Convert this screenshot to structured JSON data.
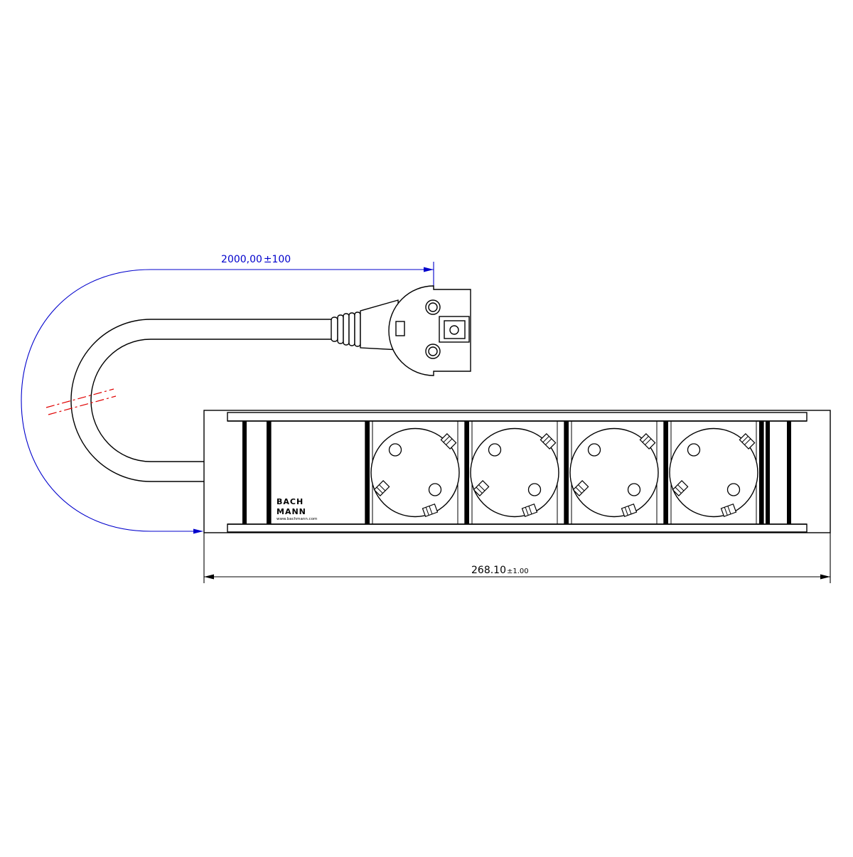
{
  "drawing": {
    "cable_length": {
      "value": "2000,00",
      "tolerance": "±100"
    },
    "strip_length": {
      "value": "268.10",
      "tolerance": "±1.00"
    },
    "brand": {
      "line1": "BACH",
      "line2": "MANN",
      "url": "www.bachmann.com"
    },
    "socket_count": 4,
    "colors": {
      "line": "#000000",
      "dimension": "#0000cc",
      "break_mark": "#e00000",
      "background": "#ffffff"
    }
  }
}
